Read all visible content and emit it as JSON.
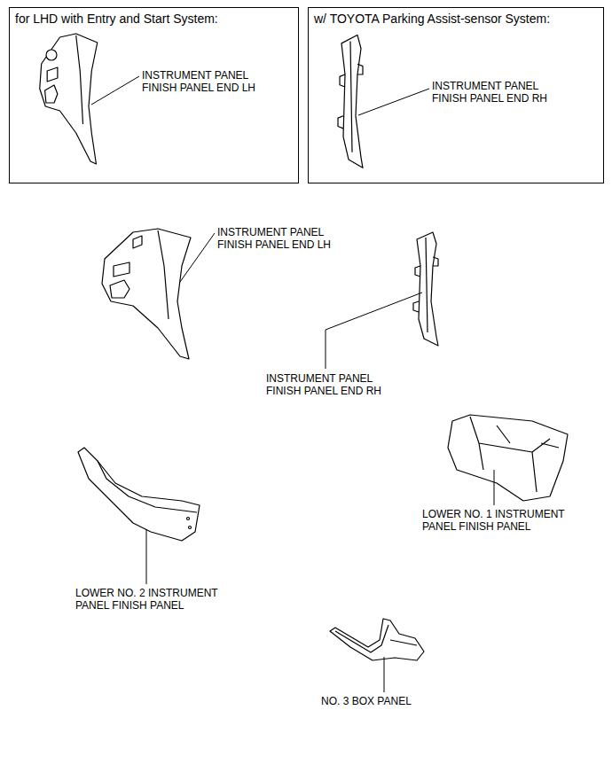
{
  "diagram": {
    "nodes": [
      {
        "text": [
          "for LHD with Entry and Start System:"
        ]
      },
      {
        "text": [
          "w/ TOYOTA Parking Assist-sensor System:"
        ]
      }
    ],
    "labels": [
      "INSTRUMENT PANEL FINISH PANEL END LH",
      "INSTRUMENT PANEL FINISH PANEL END RH",
      "INSTRUMENT PANEL FINISH PANEL END LH",
      "INSTRUMENT PANEL FINISH PANEL END RH",
      "LOWER NO. 1 INSTRUMENT PANEL FINISH PANEL",
      "LOWER NO. 2 INSTRUMENT PANEL FINISH PANEL",
      "NO. 3 BOX PANEL"
    ]
  }
}
